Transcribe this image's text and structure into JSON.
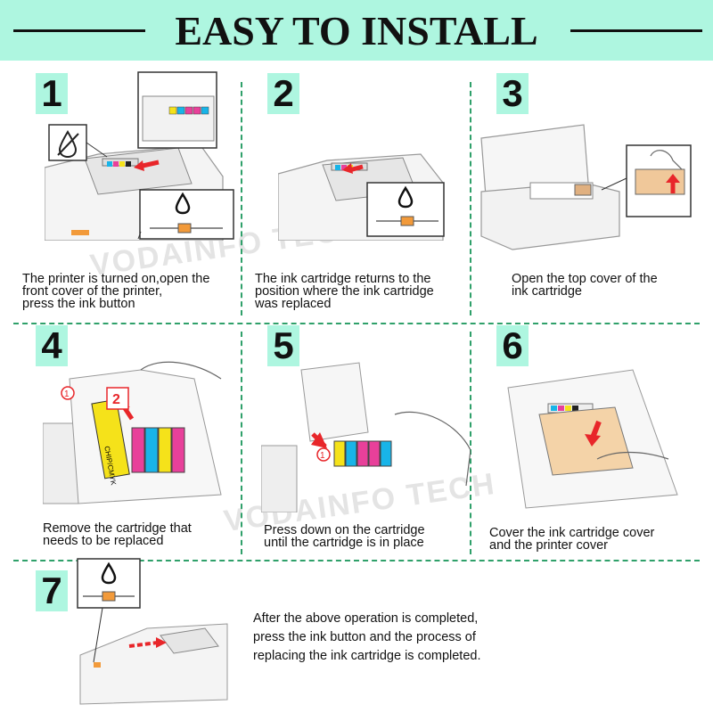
{
  "title": "EASY TO INSTALL",
  "watermark": "VODAINFO TECH",
  "steps": [
    {
      "number": "1",
      "caption": "The printer is turned on,open the\nfront cover of the printer,\npress the ink button"
    },
    {
      "number": "2",
      "caption": "The ink cartridge returns to the\nposition where the ink cartridge\nwas replaced"
    },
    {
      "number": "3",
      "caption": "Open the top cover of the\nink cartridge"
    },
    {
      "number": "4",
      "caption": "Remove the cartridge that\nneeds to be replaced"
    },
    {
      "number": "5",
      "caption": "Press down on the cartridge\nuntil the cartridge is in place"
    },
    {
      "number": "6",
      "caption": "Cover the ink cartridge cover\nand the printer cover"
    },
    {
      "number": "7",
      "caption": "After the above operation is completed,\npress the ink button and the  process of\nreplacing the ink cartridge is completed."
    }
  ],
  "callouts": {
    "one": "1",
    "two": "2",
    "label": "CHIP/CMYK"
  },
  "colors": {
    "accent": "#aef6e0",
    "divider": "#2fa06a",
    "arrow": "#e8262a",
    "cyan": "#18b4e8",
    "magenta": "#e8409a",
    "yellow": "#f5e21a",
    "black": "#222222"
  }
}
